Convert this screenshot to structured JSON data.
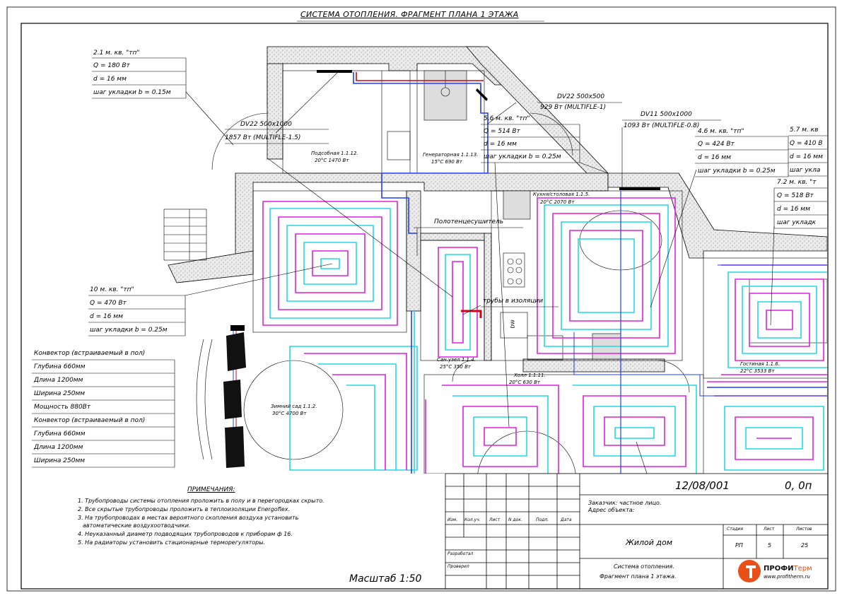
{
  "drawing": {
    "title": "СИСТЕМА ОТОПЛЕНИЯ. ФРАГМЕНТ ПЛАНА 1 ЭТАЖА",
    "scale": "Масштаб 1:50"
  },
  "callouts": {
    "c1": [
      "2.1 м. кв. \"тп\"",
      "Q = 180 Вт",
      "d = 16 мм",
      "шаг укладки b = 0.15м"
    ],
    "c2": [
      "10 м. кв. \"тп\"",
      "Q = 470 Вт",
      "d = 16 мм",
      "шаг укладки b = 0.25м"
    ],
    "c3": [
      "5.6 м. кв. \"тп\"",
      "Q = 514 Вт",
      "d = 16 мм",
      "шаг укладки b = 0.25м"
    ],
    "c4": [
      "4.6 м. кв. \"тп\"",
      "Q = 424 Вт",
      "d = 16 мм",
      "шаг укладки b = 0.25м"
    ],
    "c5": [
      "5.7 м. кв",
      "Q = 410 В",
      "d = 16 мм",
      "шаг укла"
    ],
    "c6": [
      "7.2 м. кв. \"т",
      "Q = 518 Вт",
      "d = 16 мм",
      "шаг укладк"
    ],
    "convector1": [
      "Конвектор (встраиваемый в пол)",
      "Глубина 660мм",
      "Длина 1200мм",
      "Ширина 250мм",
      "Мощность 880Вт"
    ],
    "convector2": [
      "Конвектор (встраиваемый в пол)",
      "Глубина 660мм",
      "Длина 1200мм",
      "Ширина 250мм"
    ]
  },
  "radiators": {
    "r1": {
      "model": "DV22 500x1000",
      "power": "1857 Вт (MULTIFLE-1.5)"
    },
    "r2": {
      "model": "DV22 500x500",
      "power": "929 Вт (MULTIFLE-1)"
    },
    "r3": {
      "model": "DV11 500x1000",
      "power": "1093 Вт (MULTIFLE-0.8)"
    }
  },
  "labels": {
    "towel": "Полотенцесушитель",
    "pipes": "трубы в изоляции",
    "dw": "DW"
  },
  "rooms": [
    {
      "name": "Подсобная 1.1.12.",
      "info": "20°С 1470 Вт"
    },
    {
      "name": "Генераторная 1.1.13.",
      "info": "15°С 690 Вт"
    },
    {
      "name": "Кухня/столовая 1.1.5.",
      "info": "20°С 2070 Вт"
    },
    {
      "name": "Сан.узел 1.1.4.",
      "info": "25°С 350 Вт"
    },
    {
      "name": "Холл 1.1.11.",
      "info": "20°С 630 Вт"
    },
    {
      "name": "Зимний сад 1.1.2.",
      "info": "30°С 4700 Вт"
    },
    {
      "name": "Гостиная 1.1.6.",
      "info": "22°С 3533 Вт"
    }
  ],
  "notes": {
    "heading": "ПРИМЕЧАНИЯ:",
    "items": [
      "1. Трубопроводы системы отопления проложить в полу и в перегородках скрыто.",
      "2. Все скрытые трубопроводы проложить в теплоизоляции Energoflex.",
      "3. На трубопроводах в местах вероятного скопления воздуха установить",
      "автоматические воздухоотводчики.",
      "4. Неуказанный диаметр подводящих трубопроводов к приборам ф 16.",
      "5. На радиаторы установить стационарные терморегуляторы."
    ]
  },
  "title_block": {
    "code": "12/08/001",
    "rev": "0, 0п",
    "customer": "Заказчик: частное лицо.",
    "address": "Адрес объекта:",
    "cols": [
      "Изм.",
      "Кол.уч.",
      "Лист",
      "N док.",
      "Подп.",
      "Дата"
    ],
    "developed": "Разработал",
    "checked": "Проверил",
    "building": "Жилой дом",
    "stage_h": "Стадия",
    "sheet_h": "Лист",
    "sheets_h": "Листов",
    "stage": "РП",
    "sheet": "5",
    "sheets": "25",
    "desc1": "Система отопления.",
    "desc2": "Фрагмент плана 1 этажа."
  },
  "logo": {
    "brand": "ПРОФИ",
    "brand2": "Терм",
    "url": "www.profitherm.ru"
  },
  "colors": {
    "supply": "#d0021b",
    "return": "#1f3cff",
    "loop_a": "#e020e0",
    "loop_b": "#22d8e8",
    "wall_fill": "#e6e6e6"
  }
}
